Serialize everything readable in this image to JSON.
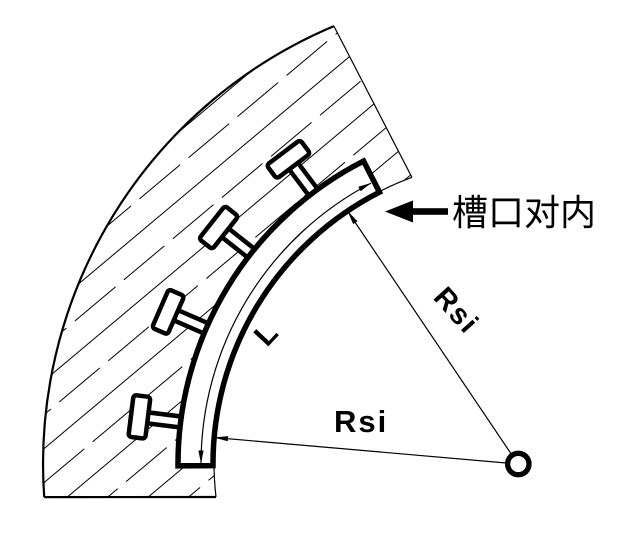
{
  "page": {
    "background": "#ffffff",
    "ink": "#000000"
  },
  "diagram": {
    "callout": {
      "label": "槽口对内",
      "arrow_icon": "left-arrow"
    },
    "dimensions": {
      "inner_radius_upper": "Rsi",
      "inner_radius_lower": "Rsi",
      "arc_length": "L"
    }
  }
}
